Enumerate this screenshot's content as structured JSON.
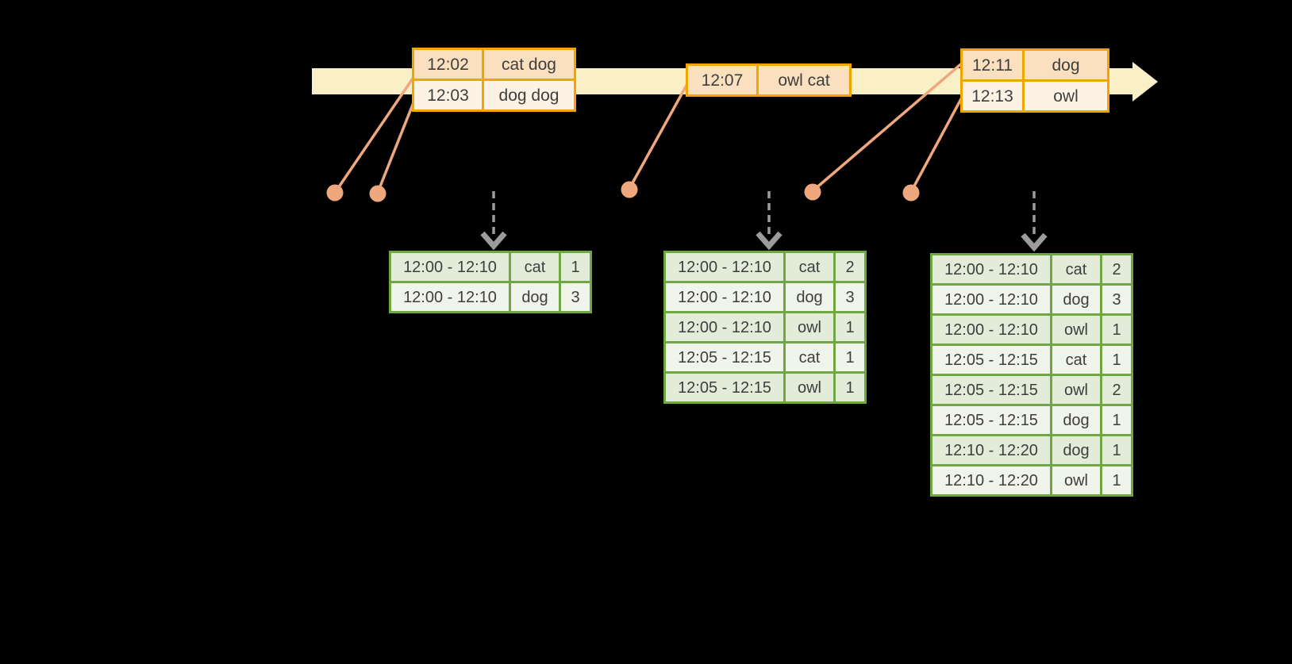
{
  "diagram": {
    "title": "streaming-windowed-word-counts",
    "colors": {
      "background": "#000000",
      "timeline_fill": "#FAF0C8",
      "input_table_border": "#F0A500",
      "input_row_dark": "#FAE0BE",
      "input_row_light": "#FDF2E4",
      "connector_salmon": "#EFA87E",
      "result_table_border": "#6FA843",
      "result_row_dark": "#E3EBD9",
      "result_row_light": "#F0F4EB",
      "trigger_arrow_gray": "#9C9C9C",
      "text": "#3E3E3E"
    },
    "input_tables": [
      {
        "rows": [
          {
            "time": "12:02",
            "words": "cat dog"
          },
          {
            "time": "12:03",
            "words": "dog dog"
          }
        ]
      },
      {
        "rows": [
          {
            "time": "12:07",
            "words": "owl cat"
          }
        ]
      },
      {
        "rows": [
          {
            "time": "12:11",
            "words": "dog"
          },
          {
            "time": "12:13",
            "words": "owl"
          }
        ]
      }
    ],
    "result_tables": [
      {
        "rows": [
          {
            "window": "12:00 - 12:10",
            "word": "cat",
            "count": "1"
          },
          {
            "window": "12:00 - 12:10",
            "word": "dog",
            "count": "3"
          }
        ]
      },
      {
        "rows": [
          {
            "window": "12:00 - 12:10",
            "word": "cat",
            "count": "2"
          },
          {
            "window": "12:00 - 12:10",
            "word": "dog",
            "count": "3"
          },
          {
            "window": "12:00 - 12:10",
            "word": "owl",
            "count": "1"
          },
          {
            "window": "12:05 - 12:15",
            "word": "cat",
            "count": "1"
          },
          {
            "window": "12:05 - 12:15",
            "word": "owl",
            "count": "1"
          }
        ]
      },
      {
        "rows": [
          {
            "window": "12:00 - 12:10",
            "word": "cat",
            "count": "2"
          },
          {
            "window": "12:00 - 12:10",
            "word": "dog",
            "count": "3"
          },
          {
            "window": "12:00 - 12:10",
            "word": "owl",
            "count": "1"
          },
          {
            "window": "12:05 - 12:15",
            "word": "cat",
            "count": "1"
          },
          {
            "window": "12:05 - 12:15",
            "word": "owl",
            "count": "2"
          },
          {
            "window": "12:05 - 12:15",
            "word": "dog",
            "count": "1"
          },
          {
            "window": "12:10 - 12:20",
            "word": "dog",
            "count": "1"
          },
          {
            "window": "12:10 - 12:20",
            "word": "owl",
            "count": "1"
          }
        ]
      }
    ]
  }
}
